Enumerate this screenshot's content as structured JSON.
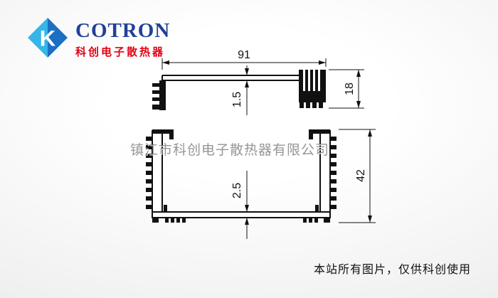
{
  "logo": {
    "brand": "COTRON",
    "brand_cn": "科创电子散热器",
    "icon_letter": "K",
    "colors": {
      "brand_blue": "#21409a",
      "brand_red": "#e60012",
      "icon_cyan": "#35b6e8",
      "icon_deep_blue": "#1b6fc4"
    }
  },
  "drawing": {
    "type": "technical-cross-section",
    "description": "Two-piece aluminum extrusion enclosure profile: finned lid (top) and U-channel base (bottom)",
    "line_color": "#111111",
    "dimensions": {
      "width": "91",
      "lid_thickness": "1.5",
      "lid_height": "18",
      "base_height": "42",
      "base_thickness": "2.5"
    }
  },
  "watermark": {
    "text": "镇江市科创电子散热器有限公司"
  },
  "footer": {
    "note": "本站所有图片，仅供科创使用"
  }
}
